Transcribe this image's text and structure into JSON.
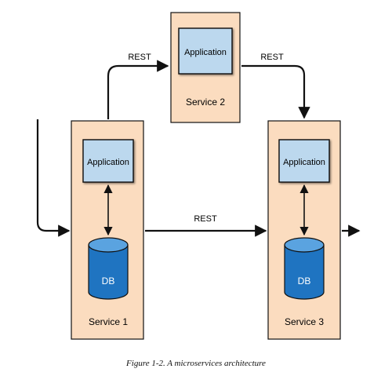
{
  "colors": {
    "service_fill": "#fbdcbf",
    "app_fill": "#bcd8ee",
    "db_fill": "#1f74c1",
    "db_top": "#5aa3e0",
    "line": "#111111"
  },
  "services": [
    {
      "name": "Service 2",
      "app_label": "Application"
    },
    {
      "name": "Service 1",
      "app_label": "Application",
      "db_label": "DB"
    },
    {
      "name": "Service 3",
      "app_label": "Application",
      "db_label": "DB"
    }
  ],
  "connections": [
    {
      "label": "REST"
    },
    {
      "label": "REST"
    },
    {
      "label": "REST"
    }
  ],
  "caption": "Figure 1-2. A microservices architecture"
}
